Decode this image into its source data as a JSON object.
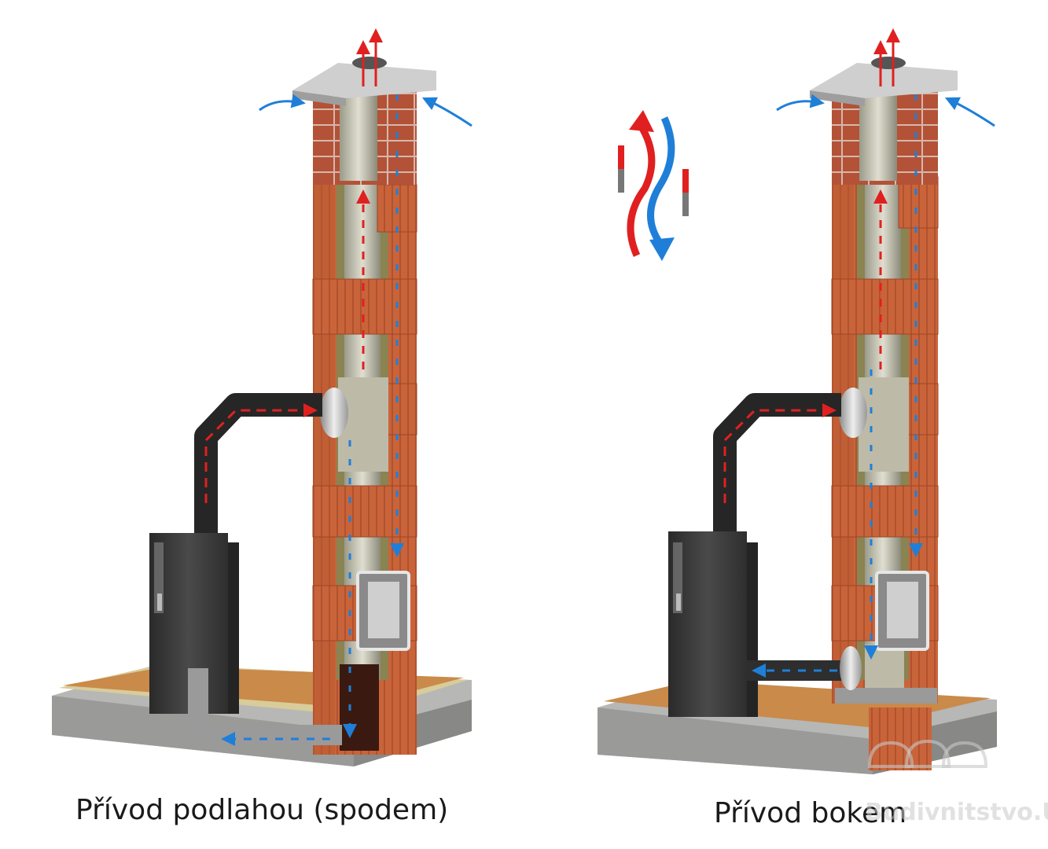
{
  "captions": {
    "left": "Přívod podlahou (spodem)",
    "right": "Přívod bokem"
  },
  "watermark": {
    "text": "Budivnitstvo.UA",
    "shown_text": "Budivnitstvo.UA"
  },
  "colors": {
    "brick": "#c9643a",
    "brick_dark": "#9e4526",
    "brick_top": "#b5553a",
    "insulation": "#8a8352",
    "liner": "#c8c6b8",
    "flue_pipe": "#2a2a2a",
    "stove": "#3a3a3a",
    "floor_wood": "#c98a4a",
    "concrete": "#9a9a98",
    "arrow_hot": "#e02020",
    "arrow_cold": "#1f7fd8",
    "cap": "#bdbdbd"
  },
  "icons": {
    "airflow_symbol": "hot-cold-airflow-icon"
  }
}
